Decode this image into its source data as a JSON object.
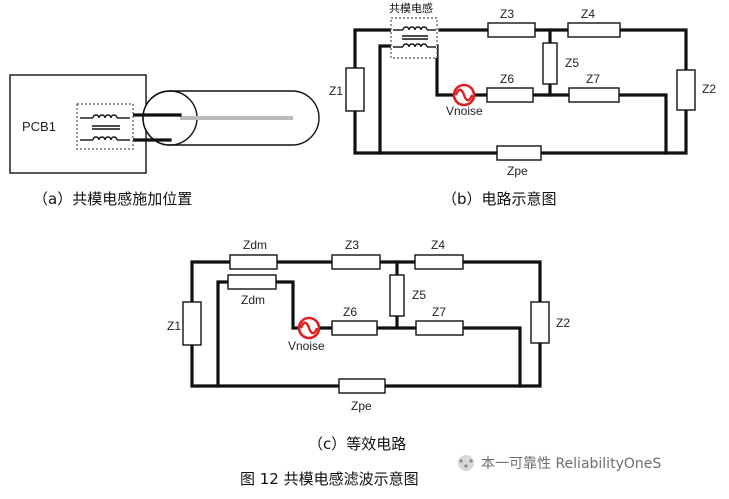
{
  "panel_a": {
    "pcb_label": "PCB1",
    "caption": "（a）共模电感施加位置"
  },
  "panel_b": {
    "choke_label": "共模电感",
    "z1": "Z1",
    "z2": "Z2",
    "z3": "Z3",
    "z4": "Z4",
    "z5": "Z5",
    "z6": "Z6",
    "z7": "Z7",
    "zpe": "Zpe",
    "source": "Vnoise",
    "caption": "（b）电路示意图"
  },
  "panel_c": {
    "zdm_top": "Zdm",
    "zdm_bottom": "Zdm",
    "z1": "Z1",
    "z2": "Z2",
    "z3": "Z3",
    "z4": "Z4",
    "z5": "Z5",
    "z6": "Z6",
    "z7": "Z7",
    "zpe": "Zpe",
    "source": "Vnoise",
    "caption": "（c）等效电路"
  },
  "figure_caption": "图 12  共模电感滤波示意图",
  "watermark": "本一可靠性 ReliabilityOneS",
  "colors": {
    "source_red": "#e02020",
    "wire": "#111111"
  }
}
